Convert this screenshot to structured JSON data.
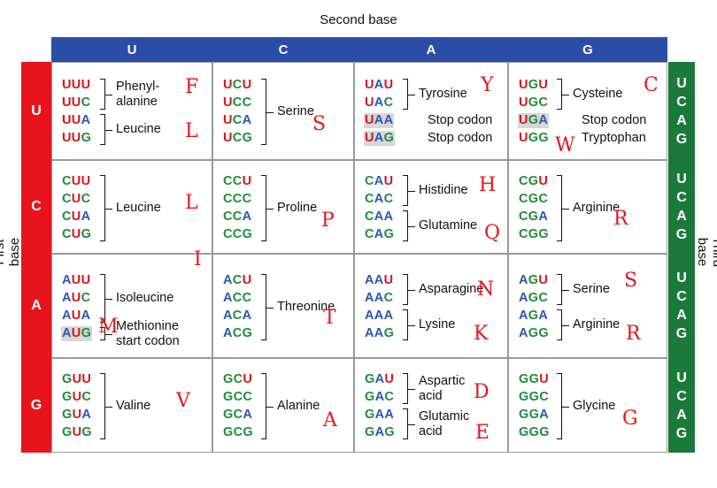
{
  "titles": {
    "second": "Second base",
    "first": "First base",
    "third": "Third base"
  },
  "bases": [
    "U",
    "C",
    "A",
    "G"
  ],
  "third_base_column": [
    "U",
    "C",
    "A",
    "G"
  ],
  "colors": {
    "U": "#d9141c",
    "C": "#1f8a3a",
    "A": "#2a55b8",
    "G": "#1f8a3a",
    "second_header": "#2a4ea8",
    "first_header": "#e8141c",
    "third_header": "#1b7a3b",
    "letter": "#e8141c"
  },
  "cells": {
    "UU": {
      "codons": [
        {
          "first": "U",
          "second": "U",
          "third": "U",
          "shaded": false
        },
        {
          "first": "U",
          "second": "U",
          "third": "C",
          "shaded": false
        },
        {
          "first": "U",
          "second": "U",
          "third": "A",
          "shaded": false
        },
        {
          "first": "U",
          "second": "U",
          "third": "G",
          "shaded": false
        }
      ],
      "groups": [
        {
          "label": "Phenyl-",
          "label2": "alanine",
          "letter": "F"
        },
        {
          "label": "Leucine",
          "label2": "",
          "letter": "L"
        }
      ]
    },
    "UC": {
      "codons": [
        {
          "first": "U",
          "second": "C",
          "third": "U",
          "shaded": false
        },
        {
          "first": "U",
          "second": "C",
          "third": "C",
          "shaded": false
        },
        {
          "first": "U",
          "second": "C",
          "third": "A",
          "shaded": false
        },
        {
          "first": "U",
          "second": "C",
          "third": "G",
          "shaded": false
        }
      ],
      "groups": [
        {
          "label": "Serine",
          "label2": "",
          "letter": "S"
        }
      ]
    },
    "UA": {
      "codons": [
        {
          "first": "U",
          "second": "A",
          "third": "U",
          "shaded": false
        },
        {
          "first": "U",
          "second": "A",
          "third": "C",
          "shaded": false
        },
        {
          "first": "U",
          "second": "A",
          "third": "A",
          "shaded": true
        },
        {
          "first": "U",
          "second": "A",
          "third": "G",
          "shaded": true
        }
      ],
      "groups": [
        {
          "label": "Tyrosine",
          "label2": "",
          "letter": "Y"
        },
        {
          "label": "Stop codon",
          "label2": "",
          "letter": ""
        },
        {
          "label": "Stop codon",
          "label2": "",
          "letter": ""
        }
      ]
    },
    "UG": {
      "codons": [
        {
          "first": "U",
          "second": "G",
          "third": "U",
          "shaded": false
        },
        {
          "first": "U",
          "second": "G",
          "third": "C",
          "shaded": false
        },
        {
          "first": "U",
          "second": "G",
          "third": "A",
          "shaded": true
        },
        {
          "first": "U",
          "second": "G",
          "third": "G",
          "shaded": false
        }
      ],
      "groups": [
        {
          "label": "Cysteine",
          "label2": "",
          "letter": "C"
        },
        {
          "label": "Stop codon",
          "label2": "",
          "letter": ""
        },
        {
          "label": "Tryptophan",
          "label2": "",
          "letter": "W"
        }
      ]
    },
    "CU": {
      "codons": [
        {
          "first": "C",
          "second": "U",
          "third": "U",
          "shaded": false
        },
        {
          "first": "C",
          "second": "U",
          "third": "C",
          "shaded": false
        },
        {
          "first": "C",
          "second": "U",
          "third": "A",
          "shaded": false
        },
        {
          "first": "C",
          "second": "U",
          "third": "G",
          "shaded": false
        }
      ],
      "groups": [
        {
          "label": "Leucine",
          "label2": "",
          "letter": "L"
        }
      ]
    },
    "CC": {
      "codons": [
        {
          "first": "C",
          "second": "C",
          "third": "U",
          "shaded": false
        },
        {
          "first": "C",
          "second": "C",
          "third": "C",
          "shaded": false
        },
        {
          "first": "C",
          "second": "C",
          "third": "A",
          "shaded": false
        },
        {
          "first": "C",
          "second": "C",
          "third": "G",
          "shaded": false
        }
      ],
      "groups": [
        {
          "label": "Proline",
          "label2": "",
          "letter": "P"
        }
      ]
    },
    "CA": {
      "codons": [
        {
          "first": "C",
          "second": "A",
          "third": "U",
          "shaded": false
        },
        {
          "first": "C",
          "second": "A",
          "third": "C",
          "shaded": false
        },
        {
          "first": "C",
          "second": "A",
          "third": "A",
          "shaded": false
        },
        {
          "first": "C",
          "second": "A",
          "third": "G",
          "shaded": false
        }
      ],
      "groups": [
        {
          "label": "Histidine",
          "label2": "",
          "letter": "H"
        },
        {
          "label": "Glutamine",
          "label2": "",
          "letter": "Q"
        }
      ]
    },
    "CG": {
      "codons": [
        {
          "first": "C",
          "second": "G",
          "third": "U",
          "shaded": false
        },
        {
          "first": "C",
          "second": "G",
          "third": "C",
          "shaded": false
        },
        {
          "first": "C",
          "second": "G",
          "third": "A",
          "shaded": false
        },
        {
          "first": "C",
          "second": "G",
          "third": "G",
          "shaded": false
        }
      ],
      "groups": [
        {
          "label": "Arginine",
          "label2": "",
          "letter": "R"
        }
      ]
    },
    "AU": {
      "codons": [
        {
          "first": "A",
          "second": "U",
          "third": "U",
          "shaded": false
        },
        {
          "first": "A",
          "second": "U",
          "third": "C",
          "shaded": false
        },
        {
          "first": "A",
          "second": "U",
          "third": "A",
          "shaded": false
        },
        {
          "first": "A",
          "second": "U",
          "third": "G",
          "shaded": true
        }
      ],
      "groups": [
        {
          "label": "Isoleucine",
          "label2": "",
          "letter": "I"
        },
        {
          "label": "Methionine",
          "label2": "start codon",
          "letter": "M"
        }
      ]
    },
    "AC": {
      "codons": [
        {
          "first": "A",
          "second": "C",
          "third": "U",
          "shaded": false
        },
        {
          "first": "A",
          "second": "C",
          "third": "C",
          "shaded": false
        },
        {
          "first": "A",
          "second": "C",
          "third": "A",
          "shaded": false
        },
        {
          "first": "A",
          "second": "C",
          "third": "G",
          "shaded": false
        }
      ],
      "groups": [
        {
          "label": "Threonine",
          "label2": "",
          "letter": "T"
        }
      ]
    },
    "AA": {
      "codons": [
        {
          "first": "A",
          "second": "A",
          "third": "U",
          "shaded": false
        },
        {
          "first": "A",
          "second": "A",
          "third": "C",
          "shaded": false
        },
        {
          "first": "A",
          "second": "A",
          "third": "A",
          "shaded": false
        },
        {
          "first": "A",
          "second": "A",
          "third": "G",
          "shaded": false
        }
      ],
      "groups": [
        {
          "label": "Asparagine",
          "label2": "",
          "letter": "N"
        },
        {
          "label": "Lysine",
          "label2": "",
          "letter": "K"
        }
      ]
    },
    "AG": {
      "codons": [
        {
          "first": "A",
          "second": "G",
          "third": "U",
          "shaded": false
        },
        {
          "first": "A",
          "second": "G",
          "third": "C",
          "shaded": false
        },
        {
          "first": "A",
          "second": "G",
          "third": "A",
          "shaded": false
        },
        {
          "first": "A",
          "second": "G",
          "third": "G",
          "shaded": false
        }
      ],
      "groups": [
        {
          "label": "Serine",
          "label2": "",
          "letter": "S"
        },
        {
          "label": "Arginine",
          "label2": "",
          "letter": "R"
        }
      ]
    },
    "GU": {
      "codons": [
        {
          "first": "G",
          "second": "U",
          "third": "U",
          "shaded": false
        },
        {
          "first": "G",
          "second": "U",
          "third": "C",
          "shaded": false
        },
        {
          "first": "G",
          "second": "U",
          "third": "A",
          "shaded": false
        },
        {
          "first": "G",
          "second": "U",
          "third": "G",
          "shaded": false
        }
      ],
      "groups": [
        {
          "label": "Valine",
          "label2": "",
          "letter": "V"
        }
      ]
    },
    "GC": {
      "codons": [
        {
          "first": "G",
          "second": "C",
          "third": "U",
          "shaded": false
        },
        {
          "first": "G",
          "second": "C",
          "third": "C",
          "shaded": false
        },
        {
          "first": "G",
          "second": "C",
          "third": "A",
          "shaded": false
        },
        {
          "first": "G",
          "second": "C",
          "third": "G",
          "shaded": false
        }
      ],
      "groups": [
        {
          "label": "Alanine",
          "label2": "",
          "letter": "A"
        }
      ]
    },
    "GA": {
      "codons": [
        {
          "first": "G",
          "second": "A",
          "third": "U",
          "shaded": false
        },
        {
          "first": "G",
          "second": "A",
          "third": "C",
          "shaded": false
        },
        {
          "first": "G",
          "second": "A",
          "third": "A",
          "shaded": false
        },
        {
          "first": "G",
          "second": "A",
          "third": "G",
          "shaded": false
        }
      ],
      "groups": [
        {
          "label": "Aspartic",
          "label2": "acid",
          "letter": "D"
        },
        {
          "label": "Glutamic",
          "label2": "acid",
          "letter": "E"
        }
      ]
    },
    "GG": {
      "codons": [
        {
          "first": "G",
          "second": "G",
          "third": "U",
          "shaded": false
        },
        {
          "first": "G",
          "second": "G",
          "third": "C",
          "shaded": false
        },
        {
          "first": "G",
          "second": "G",
          "third": "A",
          "shaded": false
        },
        {
          "first": "G",
          "second": "G",
          "third": "G",
          "shaded": false
        }
      ],
      "groups": [
        {
          "label": "Glycine",
          "label2": "",
          "letter": "G"
        }
      ]
    }
  }
}
